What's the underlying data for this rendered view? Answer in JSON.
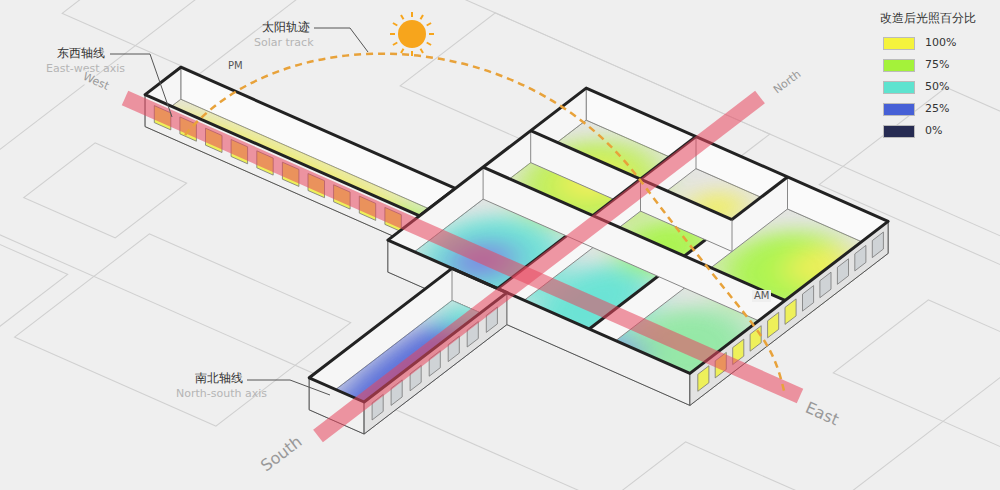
{
  "diagram": {
    "labels": [
      "东西轴线",
      "East-west axis",
      "太阳轨迹",
      "Solar track",
      "PM",
      "West",
      "North",
      "AM",
      "East",
      "南北轴线",
      "North-south axis",
      "South",
      "改造后光照百分比"
    ],
    "legend": [
      {
        "text": "100%",
        "color": "#f5f33c"
      },
      {
        "text": "75%",
        "color": "#a4f23a"
      },
      {
        "text": "50%",
        "color": "#5ee3cf"
      },
      {
        "text": "25%",
        "color": "#4660d6"
      },
      {
        "text": "0%",
        "color": "#262b52"
      }
    ]
  }
}
